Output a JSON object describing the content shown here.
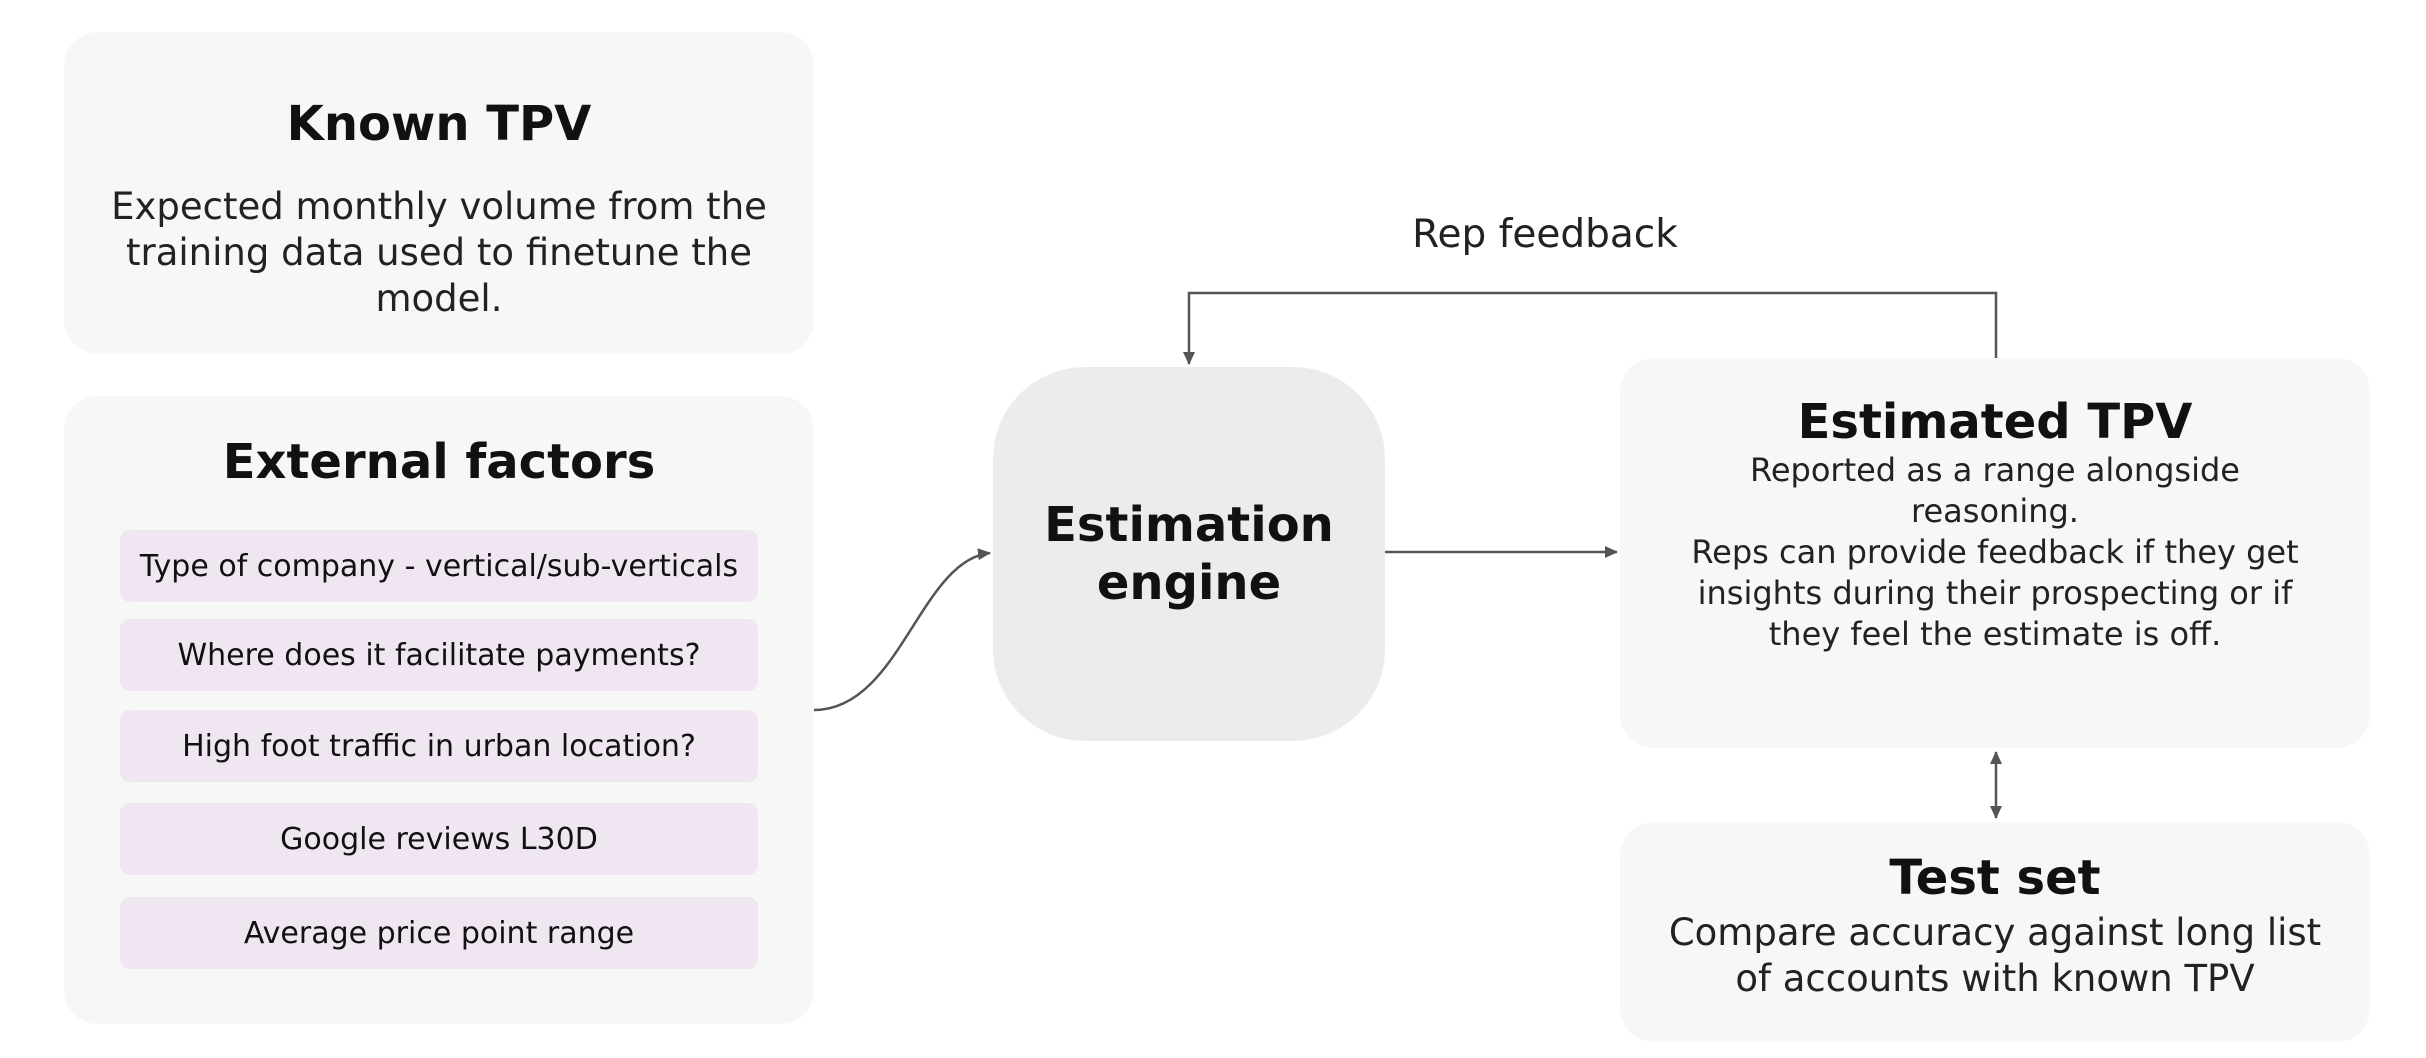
{
  "known_tpv": {
    "title": "Known TPV",
    "description": "Expected monthly volume from the training data used to finetune the model."
  },
  "external_factors": {
    "title": "External factors",
    "items": [
      "Type of company - vertical/sub-verticals",
      "Where does it facilitate payments?",
      "High foot traffic in urban location?",
      "Google reviews L30D",
      "Average price point range"
    ]
  },
  "estimation_engine": {
    "label": "Estimation engine"
  },
  "estimated_tpv": {
    "title": "Estimated TPV",
    "line1": "Reported as a range alongside reasoning.",
    "line2": "Reps can provide feedback if they get insights during their prospecting or if they feel the estimate is off."
  },
  "test_set": {
    "title": "Test set",
    "description": "Compare accuracy against long list of accounts with known TPV"
  },
  "rep_feedback": {
    "label": "Rep feedback"
  },
  "colors": {
    "panel_bg": "#f7f7f7",
    "engine_bg": "#ececec",
    "factor_bg": "#f0e6f2",
    "connector": "#555555"
  }
}
